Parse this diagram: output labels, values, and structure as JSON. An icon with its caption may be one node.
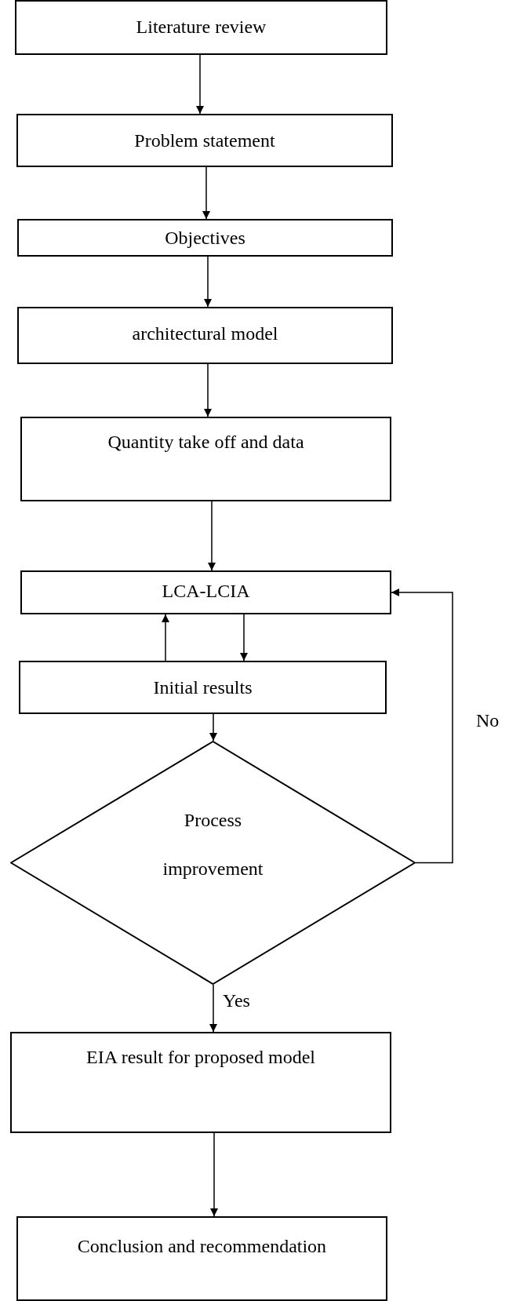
{
  "diagram": {
    "nodes": [
      {
        "text": [
          "Literature review"
        ]
      },
      {
        "text": [
          "Problem statement"
        ]
      },
      {
        "text": [
          "Objectives"
        ]
      },
      {
        "text": [
          "architectural model"
        ]
      },
      {
        "text": [
          "Quantity take off and data"
        ]
      },
      {
        "text": [
          "LCA-LCIA"
        ]
      },
      {
        "text": [
          "Initial results"
        ]
      },
      {
        "text": [
          "Process improvement"
        ]
      },
      {
        "text": [
          "EIA result for proposed model"
        ]
      },
      {
        "text": [
          "Conclusion and recommendation"
        ]
      }
    ],
    "edges": [
      {
        "from": 0,
        "to": 1,
        "arrow": "to"
      },
      {
        "from": 1,
        "to": 2,
        "arrow": "to"
      },
      {
        "from": 2,
        "to": 3,
        "arrow": "to"
      },
      {
        "from": 3,
        "to": 4,
        "arrow": "to"
      },
      {
        "from": 4,
        "to": 5,
        "arrow": "to"
      },
      {
        "from": 5,
        "to": 6,
        "arrow": "to"
      },
      {
        "from": 6,
        "to": 5,
        "arrow": "to"
      },
      {
        "from": 6,
        "to": 7,
        "arrow": "to"
      },
      {
        "from": 7,
        "to": 5,
        "arrow": "to",
        "label": "No"
      },
      {
        "from": 7,
        "to": 8,
        "arrow": "to",
        "label": "Yes"
      },
      {
        "from": 8,
        "to": 9,
        "arrow": "to"
      }
    ]
  }
}
